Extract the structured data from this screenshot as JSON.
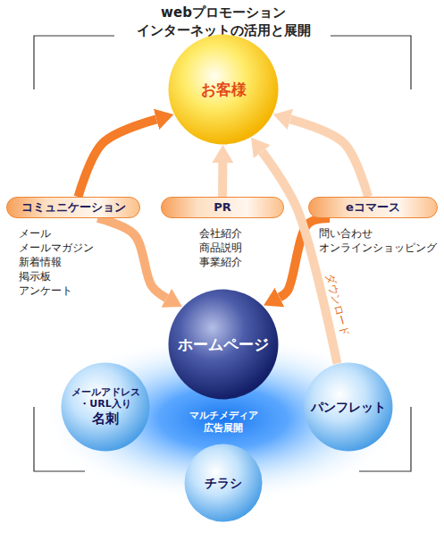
{
  "diagram": {
    "title": "webプロモーション インターネットの活用と展開",
    "nodes": [
      {
        "text": [
          "お客様"
        ]
      },
      {
        "text": [
          "コミュニケーション",
          "メール メールマガジン 新着情報 掲示板 アンケート"
        ]
      },
      {
        "text": [
          "PR",
          "会社紹介 商品説明 事業紹介"
        ]
      },
      {
        "text": [
          "eコマース",
          "問い合わせ オンラインショッピング"
        ]
      },
      {
        "text": [
          "ホームページ"
        ]
      },
      {
        "text": [
          "メールアドレス ・URL入り",
          "名刺"
        ]
      },
      {
        "text": [
          "パンフレット"
        ]
      },
      {
        "text": [
          "チラシ"
        ]
      }
    ],
    "edges": [
      {
        "from": 1,
        "to": 0,
        "arrow": "to"
      },
      {
        "from": 1,
        "to": 4,
        "arrow": "to"
      },
      {
        "from": 2,
        "to": 0,
        "arrow": "to"
      },
      {
        "from": 3,
        "to": 0,
        "arrow": "to"
      },
      {
        "from": 3,
        "to": 4,
        "arrow": "to"
      },
      {
        "from": 6,
        "to": 0,
        "arrow": "to",
        "label": "ダウンロード"
      }
    ],
    "labels": [
      "マルチメディア 広告展開"
    ]
  }
}
